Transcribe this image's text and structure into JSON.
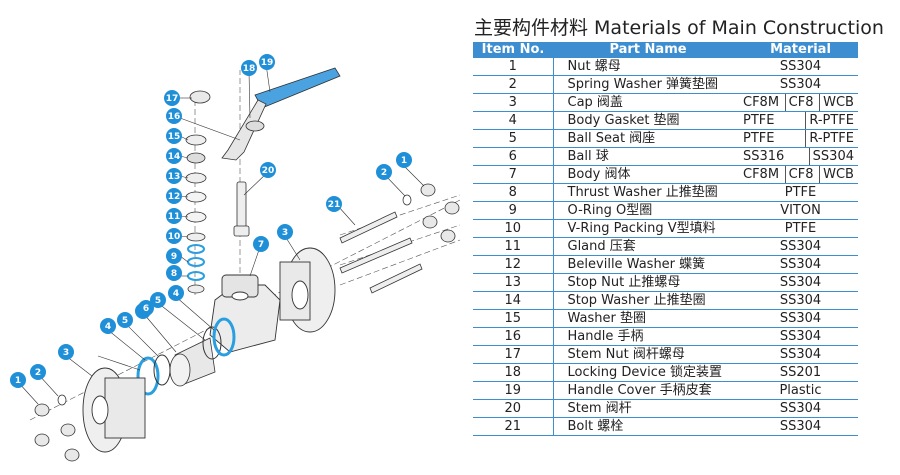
{
  "title": "主要构件材料 Materials of Main Construction",
  "table": {
    "headers": [
      "Item No.",
      "Part Name",
      "Material"
    ],
    "rows": [
      {
        "no": "1",
        "name": "Nut 螺母",
        "material": [
          "SS304"
        ]
      },
      {
        "no": "2",
        "name": "Spring Washer 弹簧垫圈",
        "material": [
          "SS304"
        ]
      },
      {
        "no": "3",
        "name": "Cap 阀盖",
        "material": [
          "CF8M",
          "CF8",
          "WCB"
        ]
      },
      {
        "no": "4",
        "name": "Body Gasket 垫圈",
        "material": [
          "PTFE",
          "R-PTFE"
        ]
      },
      {
        "no": "5",
        "name": "Ball Seat 阀座",
        "material": [
          "PTFE",
          "R-PTFE"
        ]
      },
      {
        "no": "6",
        "name": "Ball 球",
        "material": [
          "SS316",
          "SS304"
        ]
      },
      {
        "no": "7",
        "name": "Body 阀体",
        "material": [
          "CF8M",
          "CF8",
          "WCB"
        ]
      },
      {
        "no": "8",
        "name": "Thrust Washer 止推垫圈",
        "material": [
          "PTFE"
        ]
      },
      {
        "no": "9",
        "name": "O-Ring O型圈",
        "material": [
          "VITON"
        ]
      },
      {
        "no": "10",
        "name": "V-Ring Packing V型填料",
        "material": [
          "PTFE"
        ]
      },
      {
        "no": "11",
        "name": "Gland 压套",
        "material": [
          "SS304"
        ]
      },
      {
        "no": "12",
        "name": "Beleville Washer 蝶簧",
        "material": [
          "SS304"
        ]
      },
      {
        "no": "13",
        "name": "Stop Nut 止推螺母",
        "material": [
          "SS304"
        ]
      },
      {
        "no": "14",
        "name": "Stop Washer 止推垫圈",
        "material": [
          "SS304"
        ]
      },
      {
        "no": "15",
        "name": "Washer 垫圈",
        "material": [
          "SS304"
        ]
      },
      {
        "no": "16",
        "name": "Handle 手柄",
        "material": [
          "SS304"
        ]
      },
      {
        "no": "17",
        "name": "Stem Nut 阀杆螺母",
        "material": [
          "SS304"
        ]
      },
      {
        "no": "18",
        "name": "Locking Device 锁定装置",
        "material": [
          "SS201"
        ]
      },
      {
        "no": "19",
        "name": "Handle Cover 手柄皮套",
        "material": [
          "Plastic"
        ]
      },
      {
        "no": "20",
        "name": "Stem 阀杆",
        "material": [
          "SS304"
        ]
      },
      {
        "no": "21",
        "name": "Bolt 螺栓",
        "material": [
          "SS304"
        ]
      }
    ]
  },
  "diagram": {
    "callouts": [
      "1",
      "2",
      "3",
      "4",
      "5",
      "6",
      "7",
      "8",
      "9",
      "10",
      "11",
      "12",
      "13",
      "14",
      "15",
      "16",
      "17",
      "18",
      "19",
      "20",
      "21",
      "1",
      "2",
      "3",
      "4",
      "5",
      "6",
      "4",
      "5",
      "6",
      "3",
      "2",
      "1"
    ],
    "colors": {
      "callout": "#1f8fd8",
      "seal_ring": "#2a9fe0",
      "handle": "#4aa3e0",
      "line": "#333333"
    }
  }
}
